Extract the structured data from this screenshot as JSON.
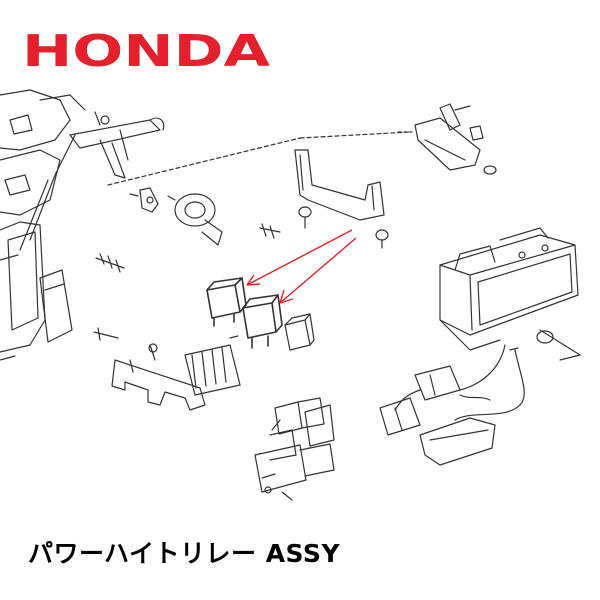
{
  "brand": {
    "logo_text": "HONDA",
    "logo_color": "#e4202b"
  },
  "diagram": {
    "subject": "exploded parts diagram with two highlighted relays",
    "arrow_color": "#e3232b",
    "line_color": "#333333"
  },
  "caption": {
    "text": "パワーハイトリレー ASSY"
  }
}
